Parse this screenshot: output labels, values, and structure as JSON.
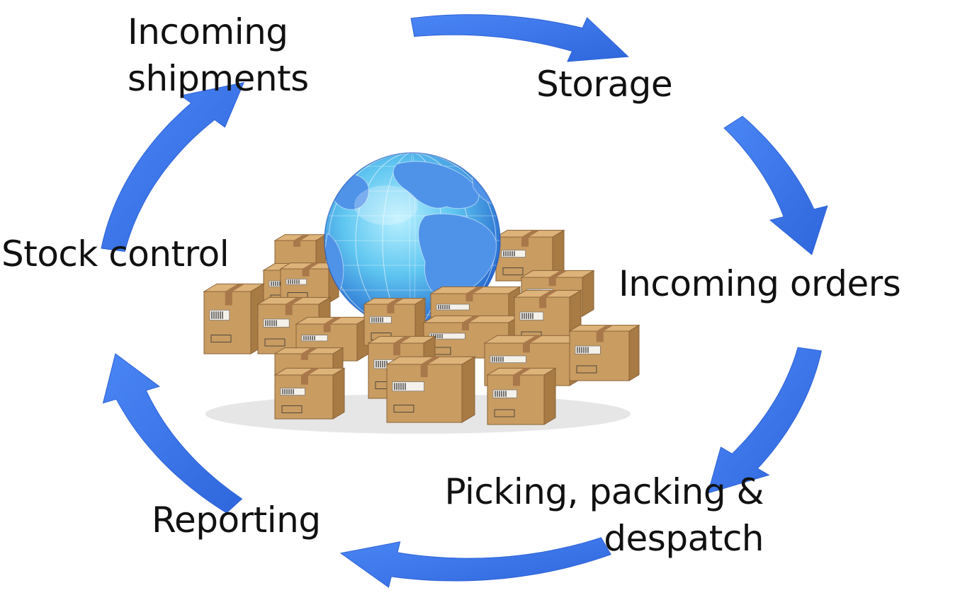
{
  "colors": {
    "arrow": "#3f7cf0",
    "arrow_dark": "#2f63d6",
    "box": "#c99c62",
    "box_shade": "#a87a44",
    "box_light": "#ddb37a",
    "tape": "#a9784a",
    "globe_light": "#8fe0f8",
    "globe_dark": "#1c5fd0",
    "land": "#4f93e8",
    "text": "#111111"
  },
  "center_image": {
    "icons": [
      "globe-icon",
      "cardboard-box-icon"
    ]
  },
  "stages": {
    "incoming_shipments": {
      "line1": "Incoming",
      "line2": "shipments"
    },
    "storage": {
      "label": "Storage"
    },
    "incoming_orders": {
      "label": "Incoming orders"
    },
    "picking": {
      "line1": "Picking, packing &",
      "line2": "despatch"
    },
    "reporting": {
      "label": "Reporting"
    },
    "stock_control": {
      "label": "Stock control"
    }
  }
}
